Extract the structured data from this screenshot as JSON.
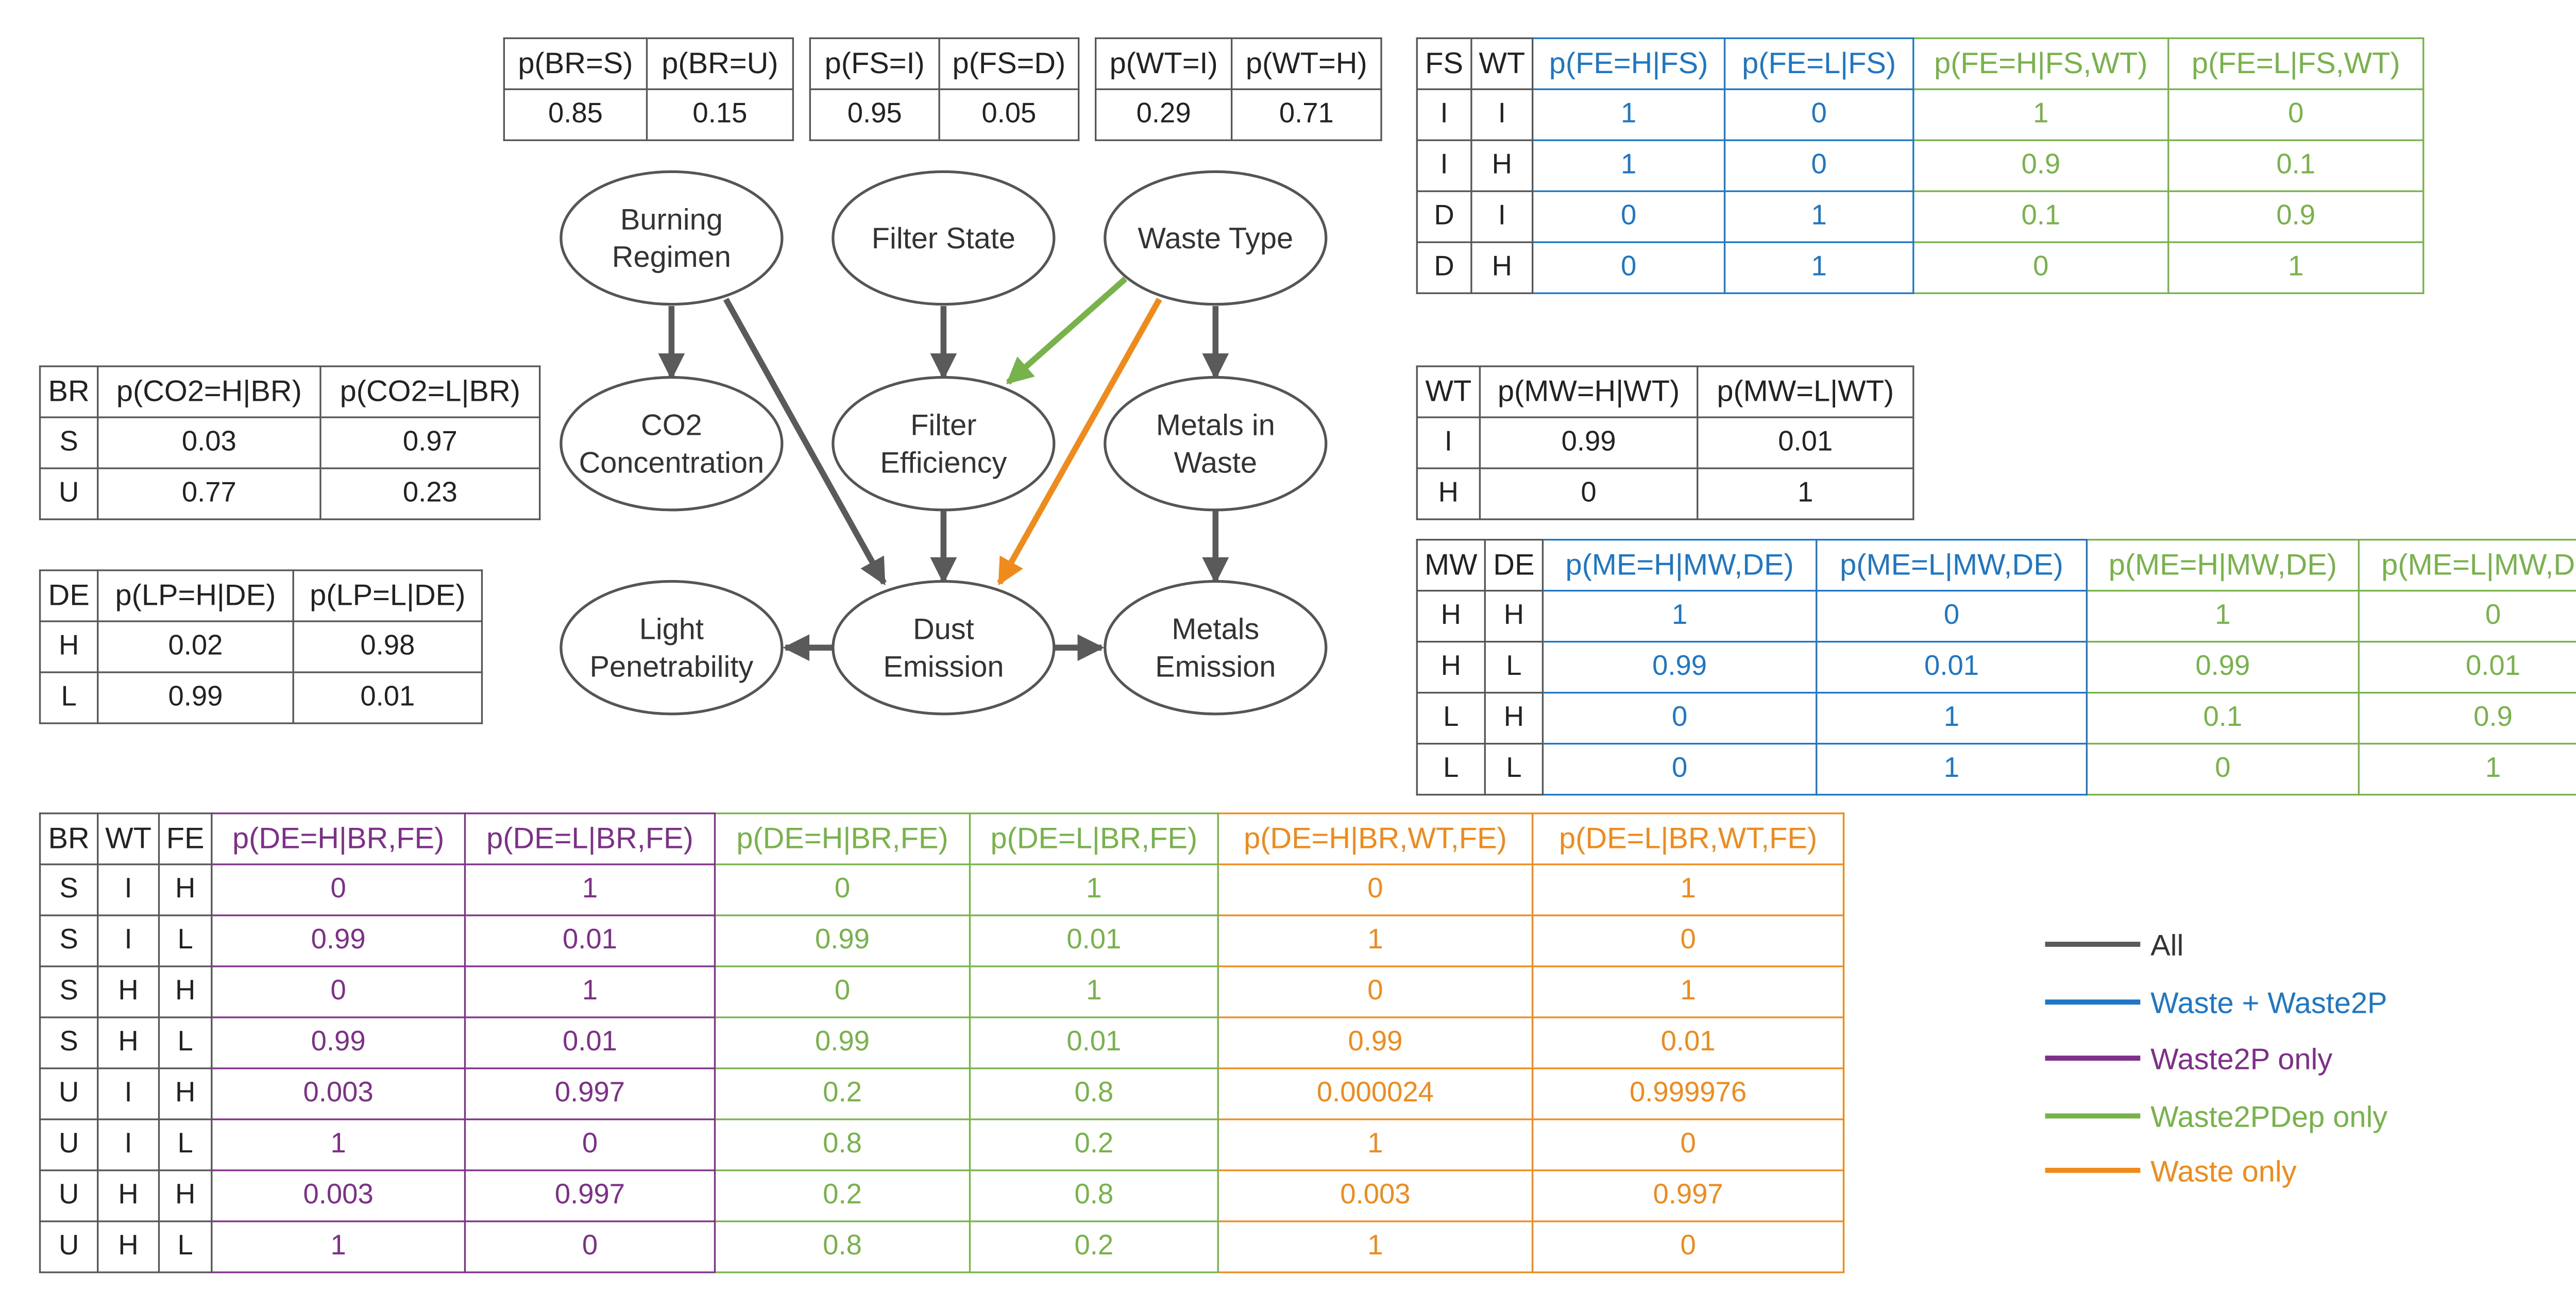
{
  "nodes": {
    "BR": "Burning Regimen",
    "FS": "Filter State",
    "WT": "Waste Type",
    "CO2": "CO2 Concentration",
    "FE": "Filter Efficiency",
    "MW": "Metals in Waste",
    "LP": "Light Penetrability",
    "DE": "Dust Emission",
    "ME": "Metals Emission"
  },
  "colors": {
    "all": "#5a5a5a",
    "blue": "#1f77c4",
    "purple": "#7e2f87",
    "green": "#78b24a",
    "orange": "#ef8a1c"
  },
  "legend": [
    {
      "label": "All",
      "color": "#5a5a5a"
    },
    {
      "label": "Waste + Waste2P",
      "color": "#1f77c4"
    },
    {
      "label": "Waste2P only",
      "color": "#7e2f87"
    },
    {
      "label": "Waste2PDep only",
      "color": "#78b24a"
    },
    {
      "label": "Waste only",
      "color": "#ef8a1c"
    }
  ],
  "tables": {
    "br": {
      "header": [
        "p(BR=S)",
        "p(BR=U)"
      ],
      "rows": [
        [
          "0.85",
          "0.15"
        ]
      ]
    },
    "fs": {
      "header": [
        "p(FS=I)",
        "p(FS=D)"
      ],
      "rows": [
        [
          "0.95",
          "0.05"
        ]
      ]
    },
    "wt": {
      "header": [
        "p(WT=I)",
        "p(WT=H)"
      ],
      "rows": [
        [
          "0.29",
          "0.71"
        ]
      ]
    },
    "fe": {
      "header": [
        "FS",
        "WT",
        "p(FE=H|FS)",
        "p(FE=L|FS)",
        "p(FE=H|FS,WT)",
        "p(FE=L|FS,WT)"
      ],
      "rows": [
        [
          "I",
          "I",
          "1",
          "0",
          "1",
          "0"
        ],
        [
          "I",
          "H",
          "1",
          "0",
          "0.9",
          "0.1"
        ],
        [
          "D",
          "I",
          "0",
          "1",
          "0.1",
          "0.9"
        ],
        [
          "D",
          "H",
          "0",
          "1",
          "0",
          "1"
        ]
      ]
    },
    "co2": {
      "header": [
        "BR",
        "p(CO2=H|BR)",
        "p(CO2=L|BR)"
      ],
      "rows": [
        [
          "S",
          "0.03",
          "0.97"
        ],
        [
          "U",
          "0.77",
          "0.23"
        ]
      ]
    },
    "lp": {
      "header": [
        "DE",
        "p(LP=H|DE)",
        "p(LP=L|DE)"
      ],
      "rows": [
        [
          "H",
          "0.02",
          "0.98"
        ],
        [
          "L",
          "0.99",
          "0.01"
        ]
      ]
    },
    "mw": {
      "header": [
        "WT",
        "p(MW=H|WT)",
        "p(MW=L|WT)"
      ],
      "rows": [
        [
          "I",
          "0.99",
          "0.01"
        ],
        [
          "H",
          "0",
          "1"
        ]
      ]
    },
    "me": {
      "header": [
        "MW",
        "DE",
        "p(ME=H|MW,DE)",
        "p(ME=L|MW,DE)",
        "p(ME=H|MW,DE)",
        "p(ME=L|MW,DE)"
      ],
      "rows": [
        [
          "H",
          "H",
          "1",
          "0",
          "1",
          "0"
        ],
        [
          "H",
          "L",
          "0.99",
          "0.01",
          "0.99",
          "0.01"
        ],
        [
          "L",
          "H",
          "0",
          "1",
          "0.1",
          "0.9"
        ],
        [
          "L",
          "L",
          "0",
          "1",
          "0",
          "1"
        ]
      ]
    },
    "de": {
      "header": [
        "BR",
        "WT",
        "FE",
        "p(DE=H|BR,FE)",
        "p(DE=L|BR,FE)",
        "p(DE=H|BR,FE)",
        "p(DE=L|BR,FE)",
        "p(DE=H|BR,WT,FE)",
        "p(DE=L|BR,WT,FE)"
      ],
      "rows": [
        [
          "S",
          "I",
          "H",
          "0",
          "1",
          "0",
          "1",
          "0",
          "1"
        ],
        [
          "S",
          "I",
          "L",
          "0.99",
          "0.01",
          "0.99",
          "0.01",
          "1",
          "0"
        ],
        [
          "S",
          "H",
          "H",
          "0",
          "1",
          "0",
          "1",
          "0",
          "1"
        ],
        [
          "S",
          "H",
          "L",
          "0.99",
          "0.01",
          "0.99",
          "0.01",
          "0.99",
          "0.01"
        ],
        [
          "U",
          "I",
          "H",
          "0.003",
          "0.997",
          "0.2",
          "0.8",
          "0.000024",
          "0.999976"
        ],
        [
          "U",
          "I",
          "L",
          "1",
          "0",
          "0.8",
          "0.2",
          "1",
          "0"
        ],
        [
          "U",
          "H",
          "H",
          "0.003",
          "0.997",
          "0.2",
          "0.8",
          "0.003",
          "0.997"
        ],
        [
          "U",
          "H",
          "L",
          "1",
          "0",
          "0.8",
          "0.2",
          "1",
          "0"
        ]
      ]
    }
  }
}
